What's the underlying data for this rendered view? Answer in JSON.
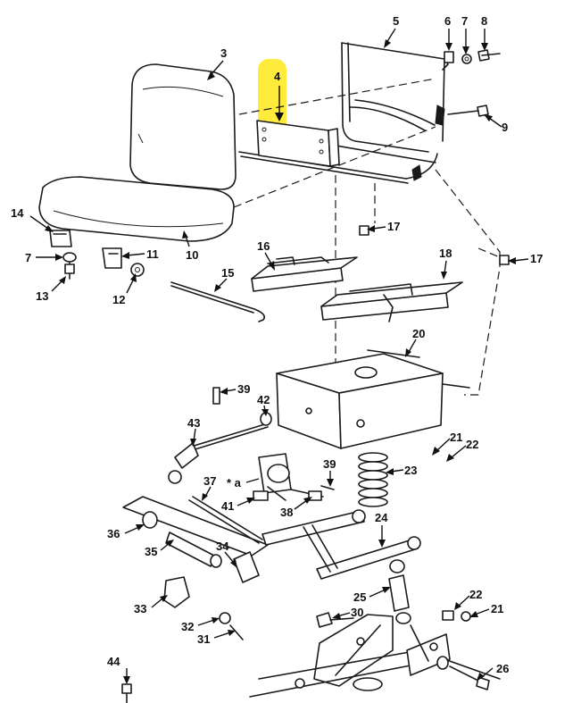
{
  "highlight_color": "#ffeb3b",
  "callouts": [
    {
      "id": "c3",
      "text": "3"
    },
    {
      "id": "c4",
      "text": "4"
    },
    {
      "id": "c5",
      "text": "5"
    },
    {
      "id": "c6",
      "text": "6"
    },
    {
      "id": "c7",
      "text": "7"
    },
    {
      "id": "c8",
      "text": "8"
    },
    {
      "id": "c9",
      "text": "9"
    },
    {
      "id": "c14",
      "text": "14"
    },
    {
      "id": "c7b",
      "text": "7"
    },
    {
      "id": "c13",
      "text": "13"
    },
    {
      "id": "c11",
      "text": "11"
    },
    {
      "id": "c12",
      "text": "12"
    },
    {
      "id": "c10",
      "text": "10"
    },
    {
      "id": "c15",
      "text": "15"
    },
    {
      "id": "c16",
      "text": "16"
    },
    {
      "id": "c17",
      "text": "17"
    },
    {
      "id": "c17b",
      "text": "17"
    },
    {
      "id": "c18",
      "text": "18"
    },
    {
      "id": "c20",
      "text": "20"
    },
    {
      "id": "c39",
      "text": "39"
    },
    {
      "id": "c42",
      "text": "42"
    },
    {
      "id": "c43",
      "text": "43"
    },
    {
      "id": "c21",
      "text": "21"
    },
    {
      "id": "c22",
      "text": "22"
    },
    {
      "id": "c23",
      "text": "23"
    },
    {
      "id": "c39b",
      "text": "39"
    },
    {
      "id": "ca",
      "text": "* a"
    },
    {
      "id": "c37",
      "text": "37"
    },
    {
      "id": "c41",
      "text": "41"
    },
    {
      "id": "c38",
      "text": "38"
    },
    {
      "id": "c24",
      "text": "24"
    },
    {
      "id": "c36",
      "text": "36"
    },
    {
      "id": "c35",
      "text": "35"
    },
    {
      "id": "c34",
      "text": "34"
    },
    {
      "id": "c25",
      "text": "25"
    },
    {
      "id": "c22b",
      "text": "22"
    },
    {
      "id": "c21b",
      "text": "21"
    },
    {
      "id": "c33",
      "text": "33"
    },
    {
      "id": "c30",
      "text": "30"
    },
    {
      "id": "c32",
      "text": "32"
    },
    {
      "id": "c31",
      "text": "31"
    },
    {
      "id": "c44",
      "text": "44"
    },
    {
      "id": "c26",
      "text": "26"
    }
  ]
}
